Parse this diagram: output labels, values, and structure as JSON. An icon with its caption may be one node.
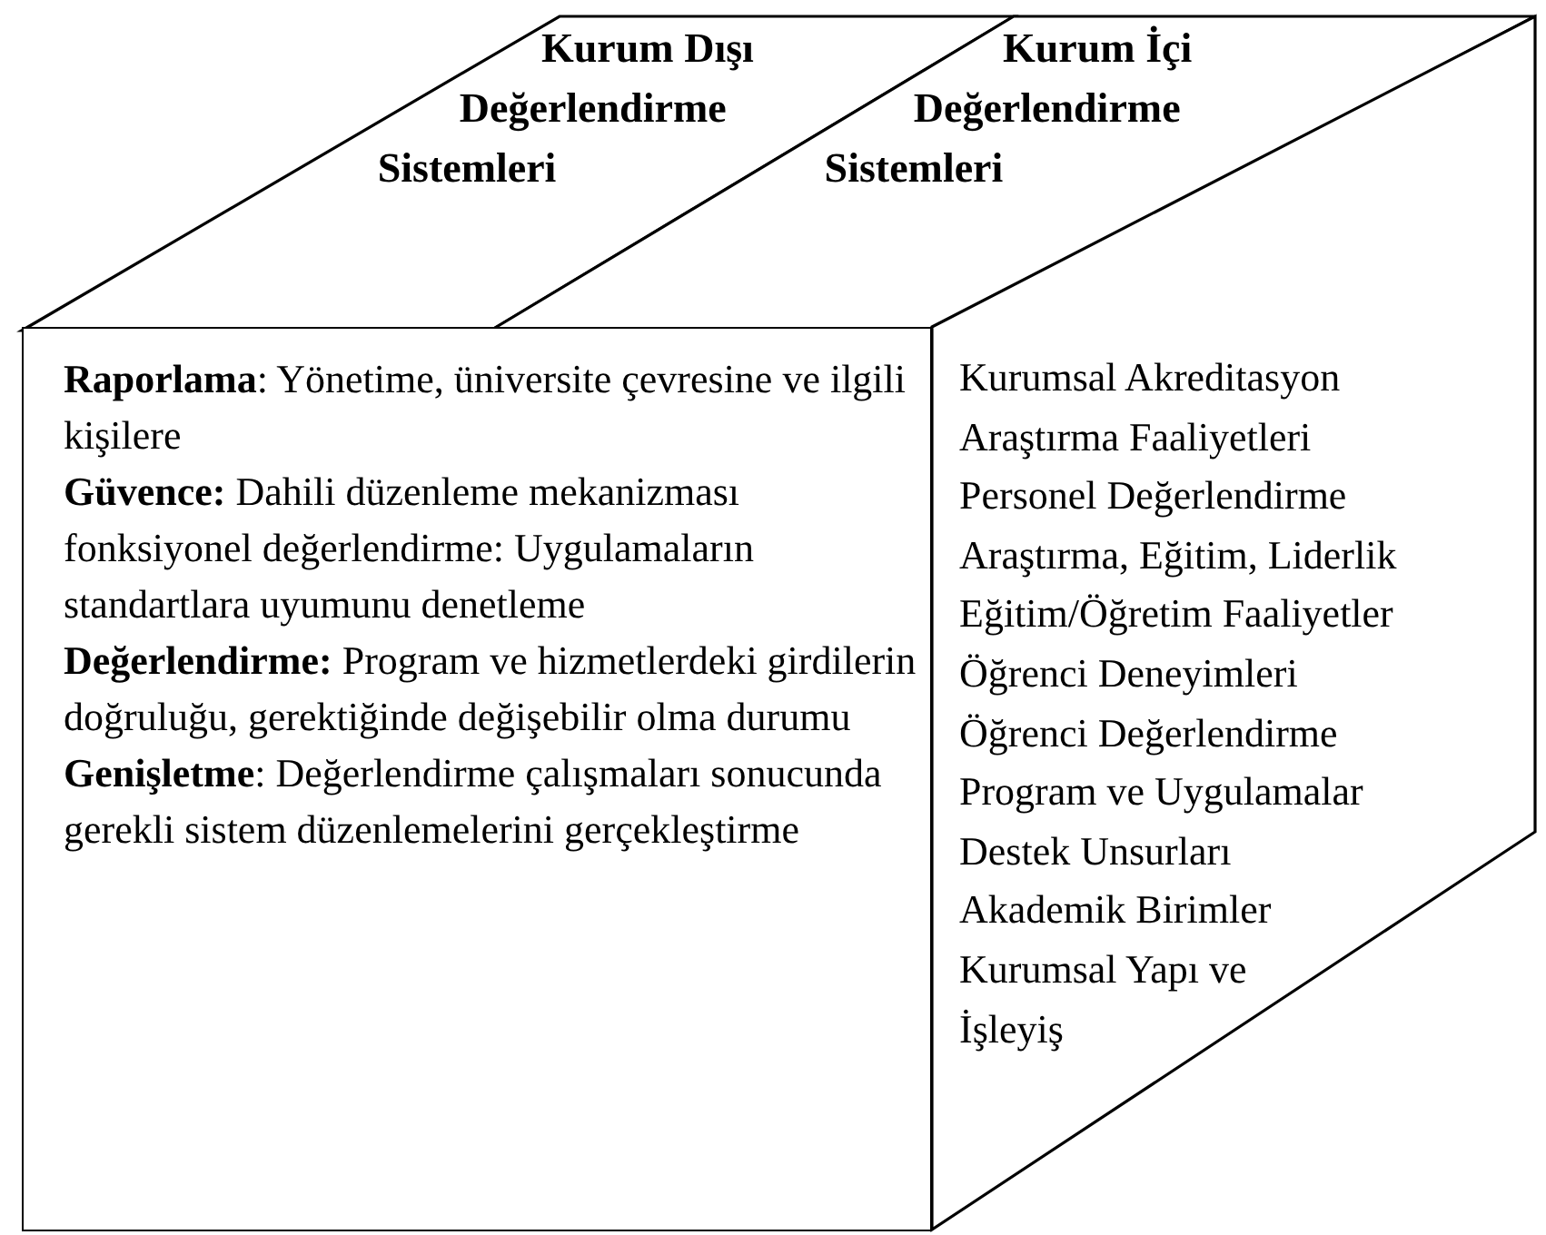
{
  "diagram": {
    "nodes": [
      {
        "text": [
          "Kurum Dışı Değerlendirme Sistemleri"
        ]
      },
      {
        "text": [
          "Kurum İçi Değerlendirme Sistemleri"
        ]
      },
      {
        "text": [
          "**Raporlama**: Yönetime, üniversite çevresine ve ilgili kişilere",
          "**Güvence:** Dahili düzenleme mekanizması fonksiyonel değerlendirme: Uygulamaların standartlara uyumunu denetleme",
          "**Değerlendirme:** Program ve hizmetlerdeki girdilerin doğruluğu, gerektiğinde değişebilir olma durumu",
          "**Genişletme**: Değerlendirme çalışmaları sonucunda gerekli sistem düzenlemelerini gerçekleştirme"
        ]
      },
      {
        "text": [
          "Kurumsal Akreditasyon",
          "Araştırma Faaliyetleri",
          "Personel Değerlendirme",
          "Araştırma, Eğitim, Liderlik",
          "Eğitim/Öğretim Faaliyetler",
          "Öğrenci Deneyimleri",
          "Öğrenci Değerlendirme",
          "Program ve Uygulamalar",
          "Destek Unsurları",
          "Akademik Birimler",
          "Kurumsal Yapı ve İşleyiş"
        ]
      }
    ]
  }
}
